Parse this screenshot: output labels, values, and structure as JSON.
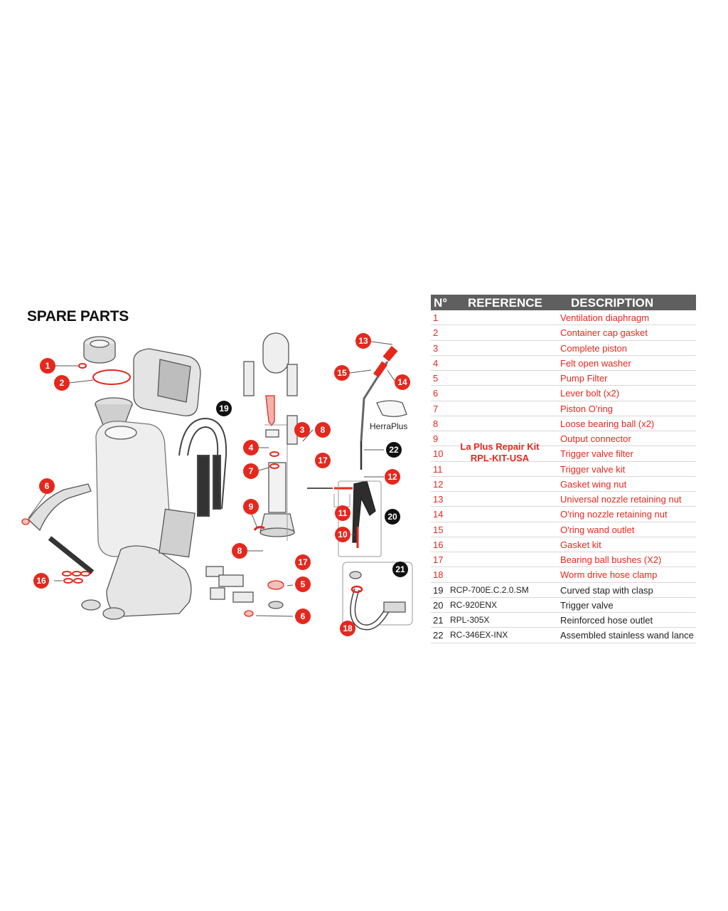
{
  "title": "SPARE PARTS",
  "brand_label": "HerraPlus",
  "colors": {
    "accent": "#e5281e",
    "callout_dark": "#111111",
    "header_bg": "#5f5f5f"
  },
  "table": {
    "headers": {
      "num": "N°",
      "reference": "REFERENCE",
      "description": "DESCRIPTION"
    },
    "kit": {
      "name": "La Plus Repair Kit",
      "code": "RPL-KIT-USA"
    },
    "kit_rows": [
      {
        "num": "1",
        "description": "Ventilation diaphragm"
      },
      {
        "num": "2",
        "description": "Container cap gasket"
      },
      {
        "num": "3",
        "description": "Complete piston"
      },
      {
        "num": "4",
        "description": "Felt open washer"
      },
      {
        "num": "5",
        "description": "Pump Filter"
      },
      {
        "num": "6",
        "description": "Lever bolt (x2)"
      },
      {
        "num": "7",
        "description": "Piston O'ring"
      },
      {
        "num": "8",
        "description": "Loose bearing ball (x2)"
      },
      {
        "num": "9",
        "description": "Output connector"
      },
      {
        "num": "10",
        "description": "Trigger valve filter"
      },
      {
        "num": "11",
        "description": "Trigger valve kit"
      },
      {
        "num": "12",
        "description": "Gasket wing nut"
      },
      {
        "num": "13",
        "description": "Universal nozzle retaining nut"
      },
      {
        "num": "14",
        "description": "O'ring nozzle retaining nut"
      },
      {
        "num": "15",
        "description": "O'ring wand outlet"
      },
      {
        "num": "16",
        "description": "Gasket kit"
      },
      {
        "num": "17",
        "description": "Bearing ball bushes (X2)"
      },
      {
        "num": "18",
        "description": "Worm drive hose clamp"
      }
    ],
    "other_rows": [
      {
        "num": "19",
        "reference": "RCP-700E.C.2.0.SM",
        "description": "Curved stap with clasp"
      },
      {
        "num": "20",
        "reference": "RC-920ENX",
        "description": "Trigger valve"
      },
      {
        "num": "21",
        "reference": "RPL-305X",
        "description": "Reinforced hose outlet"
      },
      {
        "num": "22",
        "reference": "RC-346EX-INX",
        "description": "Assembled stainless wand lance"
      }
    ]
  },
  "callouts": [
    {
      "label": "1",
      "color": "red"
    },
    {
      "label": "2",
      "color": "red"
    },
    {
      "label": "3",
      "color": "red"
    },
    {
      "label": "4",
      "color": "red"
    },
    {
      "label": "5",
      "color": "red"
    },
    {
      "label": "6",
      "color": "red"
    },
    {
      "label": "6",
      "color": "red"
    },
    {
      "label": "7",
      "color": "red"
    },
    {
      "label": "8",
      "color": "red"
    },
    {
      "label": "8",
      "color": "red"
    },
    {
      "label": "9",
      "color": "red"
    },
    {
      "label": "10",
      "color": "red"
    },
    {
      "label": "11",
      "color": "red"
    },
    {
      "label": "12",
      "color": "red"
    },
    {
      "label": "13",
      "color": "red"
    },
    {
      "label": "14",
      "color": "red"
    },
    {
      "label": "15",
      "color": "red"
    },
    {
      "label": "16",
      "color": "red"
    },
    {
      "label": "17",
      "color": "red"
    },
    {
      "label": "17",
      "color": "red"
    },
    {
      "label": "18",
      "color": "red"
    },
    {
      "label": "19",
      "color": "dark"
    },
    {
      "label": "20",
      "color": "dark"
    },
    {
      "label": "21",
      "color": "dark"
    },
    {
      "label": "22",
      "color": "dark"
    }
  ]
}
